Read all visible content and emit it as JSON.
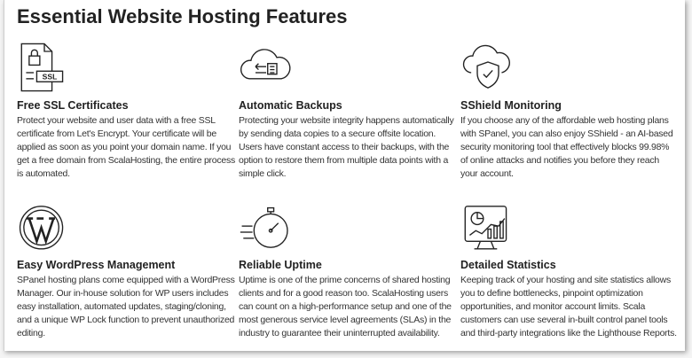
{
  "title": "Essential Website Hosting Features",
  "features": [
    {
      "icon": "ssl-certificate-icon",
      "heading": "Free SSL Certificates",
      "text": "Protect your website and user data with a free SSL certificate from Let's Encrypt. Your certificate will be applied as soon as you point your domain name. If you get a free domain from ScalaHosting, the entire process is automated.",
      "badge": "SSL"
    },
    {
      "icon": "cloud-backup-icon",
      "heading": "Automatic Backups",
      "text": "Protecting your website integrity happens automatically by sending data copies to a secure offsite location. Users have constant access to their backups, with the option to restore them from multiple data points with a simple click."
    },
    {
      "icon": "cloud-shield-icon",
      "heading": "SShield Monitoring",
      "text": "If you choose any of the affordable web hosting plans with SPanel, you can also enjoy SShield - an AI-based security monitoring tool that effectively blocks 99.98% of online attacks and notifies you before they reach your account."
    },
    {
      "icon": "wordpress-icon",
      "heading": "Easy WordPress Management",
      "text": "SPanel hosting plans come equipped with a WordPress Manager. Our in-house solution for WP users includes easy installation, automated updates, staging/cloning, and a unique WP Lock function to prevent unauthorized editing."
    },
    {
      "icon": "stopwatch-icon",
      "heading": "Reliable Uptime",
      "text": "Uptime is one of the prime concerns of shared hosting clients and for a good reason too. ScalaHosting users can count on a high-performance setup and one of the most generous service level agreements (SLAs) in the industry to guarantee their uninterrupted availability."
    },
    {
      "icon": "statistics-chart-icon",
      "heading": "Detailed Statistics",
      "text": "Keeping track of your hosting and site statistics allows you to define bottlenecks, pinpoint optimization opportunities, and monitor account limits. Scala customers can use several in-built control panel tools and third-party integrations like the Lighthouse Reports."
    }
  ]
}
